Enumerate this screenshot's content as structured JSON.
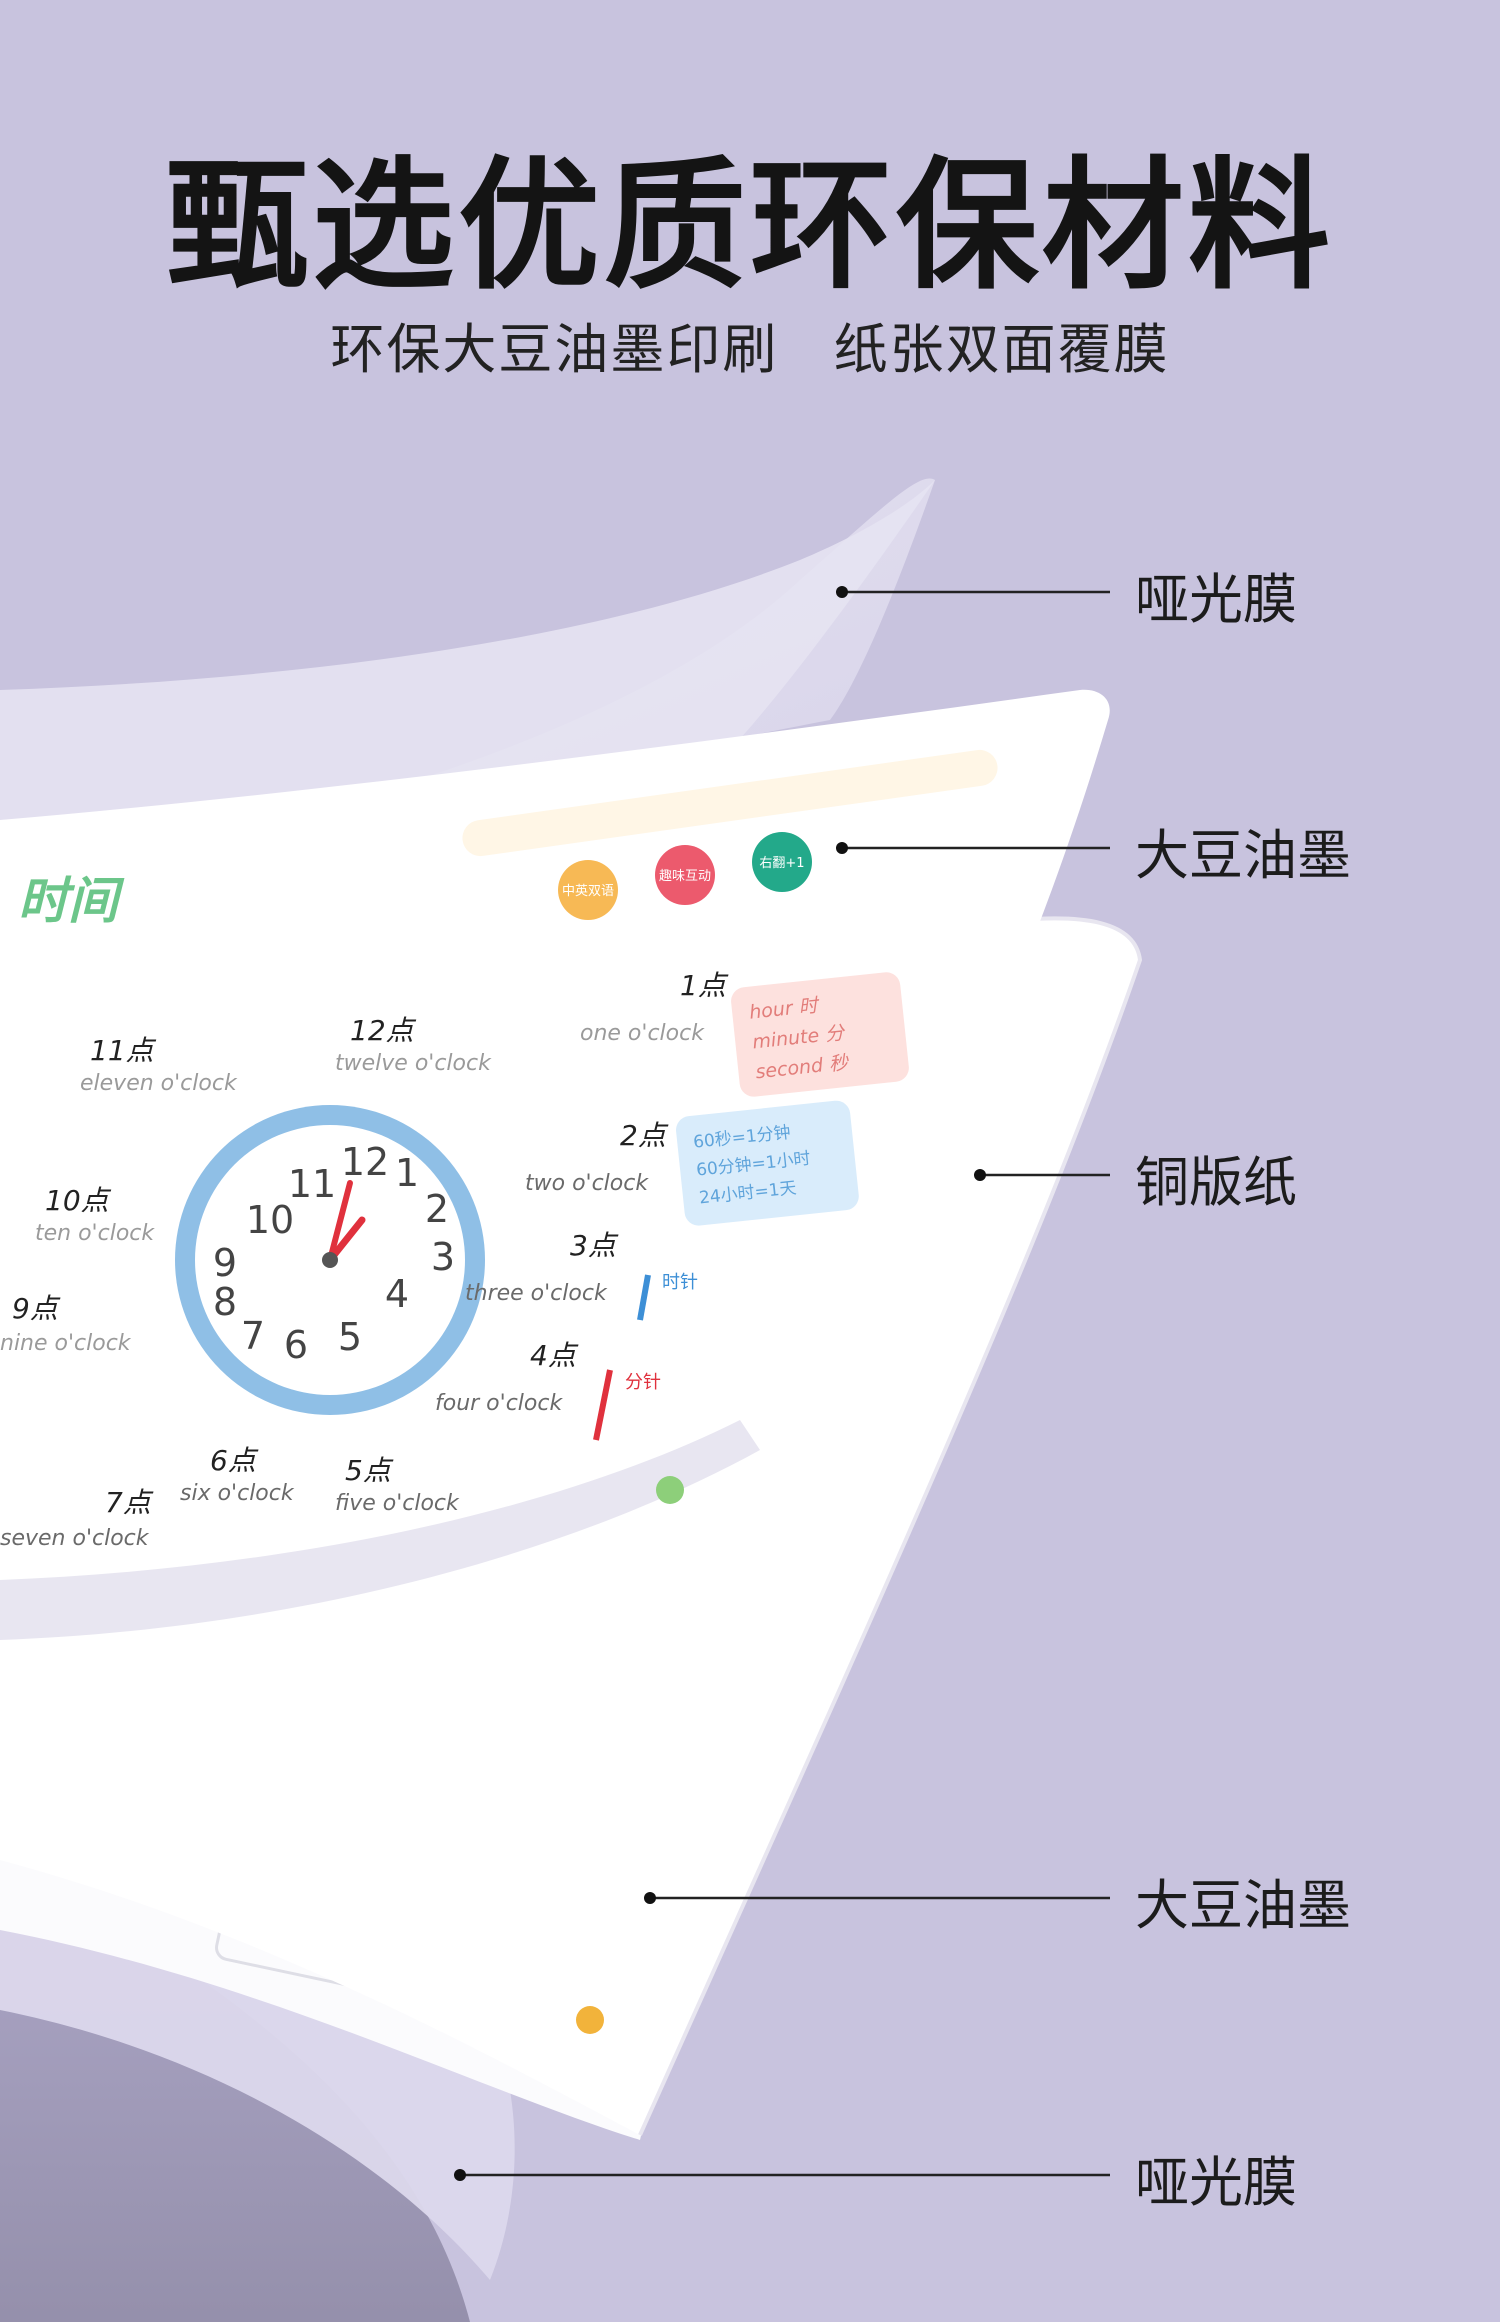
{
  "header": {
    "title": "甄选优质环保材料",
    "subtitle_left": "环保大豆油墨印刷",
    "subtitle_right": "纸张双面覆膜"
  },
  "callouts": [
    {
      "label": "哑光膜"
    },
    {
      "label": "大豆油墨"
    },
    {
      "label": "铜版纸"
    },
    {
      "label": "大豆油墨"
    },
    {
      "label": "哑光膜"
    }
  ],
  "sheet": {
    "heading": "时间",
    "badges": [
      "中英双语",
      "趣味互动",
      "右翻+1"
    ],
    "clock_labels": [
      {
        "cn": "12点",
        "en": "twelve o'clock"
      },
      {
        "cn": "1点",
        "en": "one o'clock"
      },
      {
        "cn": "2点",
        "en": "two o'clock"
      },
      {
        "cn": "3点",
        "en": "three o'clock"
      },
      {
        "cn": "4点",
        "en": "four o'clock"
      },
      {
        "cn": "5点",
        "en": "five o'clock"
      },
      {
        "cn": "6点",
        "en": "six o'clock"
      },
      {
        "cn": "7点",
        "en": "seven o'clock"
      },
      {
        "cn": "9点",
        "en": "nine o'clock"
      },
      {
        "cn": "10点",
        "en": "ten o'clock"
      },
      {
        "cn": "11点",
        "en": "eleven o'clock"
      }
    ],
    "units_box": [
      "hour 时",
      "minute 分",
      "second 秒"
    ],
    "conversion_box": [
      "60秒=1分钟",
      "60分钟=1小时",
      "24小时=1天"
    ],
    "hour_hand": [
      "时针"
    ],
    "minute_hand": [
      "分针"
    ]
  },
  "colors": {
    "background": "#c8c3de",
    "accent_green": "#6cc68a",
    "clock_ring": "#8fbfe6",
    "hand_red": "#e0313d"
  }
}
